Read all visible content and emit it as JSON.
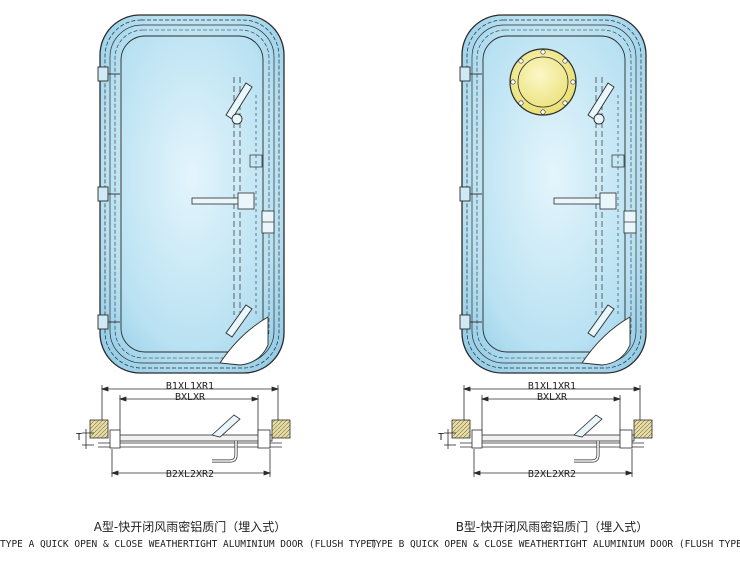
{
  "doors": [
    {
      "id": "a",
      "caption_cn": "A型-快开闭风雨密铝质门（埋入式）",
      "caption_en": "TYPE A QUICK OPEN & CLOSE WEATHERTIGHT ALUMINIUM DOOR  (FLUSH TYPE)",
      "dim_outer_top": "B1XL1XR1",
      "dim_inner_top": "BXLXR",
      "dim_bottom": "B2XL2XR2",
      "thickness_label": "T",
      "has_porthole": false
    },
    {
      "id": "b",
      "caption_cn": "B型-快开闭风雨密铝质门（埋入式）",
      "caption_en": "TYPE B QUICK OPEN & CLOSE WEATHERTIGHT ALUMINIUM DOOR  (FLUSH TYPE)",
      "dim_outer_top": "B1XL1XR1",
      "dim_inner_top": "BXLXR",
      "dim_bottom": "B2XL2XR2",
      "thickness_label": "T",
      "has_porthole": true
    }
  ],
  "colors": {
    "door_fill_center": "#dff2fb",
    "door_fill_edge": "#8fcbe6",
    "porthole_fill": "#f3ee9a",
    "line": "#2b2b2b"
  }
}
